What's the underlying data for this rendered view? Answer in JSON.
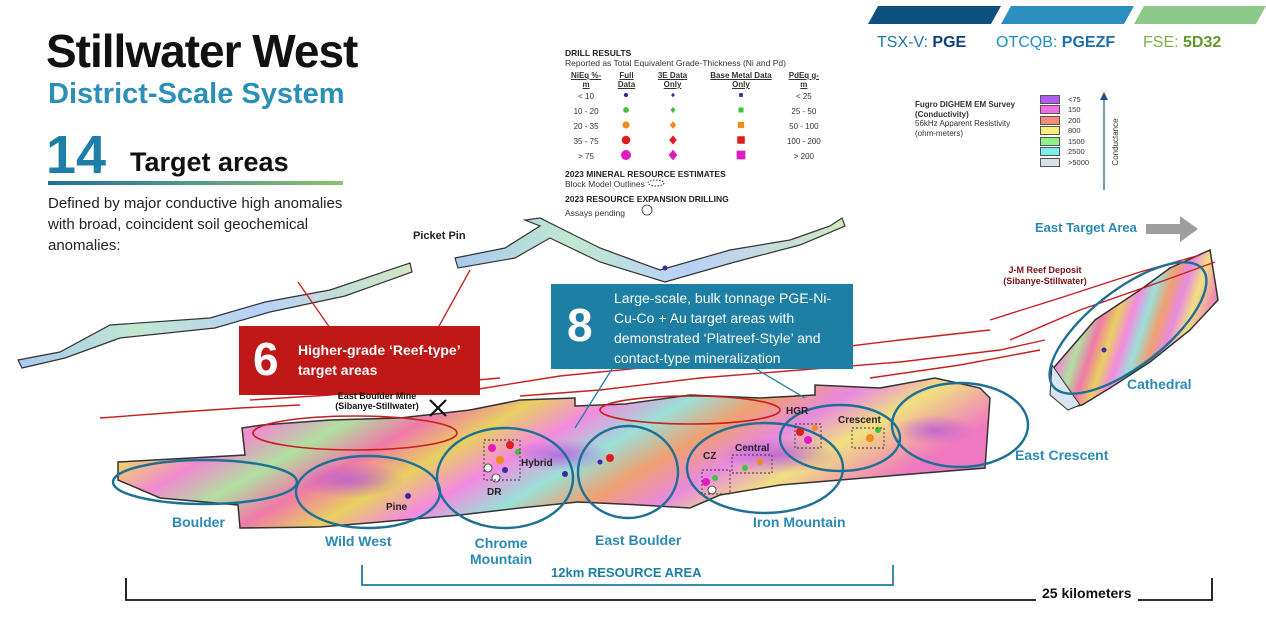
{
  "header": {
    "title": "Stillwater West",
    "subtitle": "District-Scale System",
    "target_count": "14",
    "target_label": "Target areas",
    "description": "Defined by major conductive high anomalies with broad, coincident soil geochemical anomalies:"
  },
  "tickers": [
    {
      "exchange": "TSX-V:",
      "symbol": "PGE",
      "label_color": "#1b77a6",
      "symbol_color": "#0f3f80"
    },
    {
      "exchange": "OTCQB:",
      "symbol": "PGEZF",
      "label_color": "#1b8fc8",
      "symbol_color": "#1b6fb0"
    },
    {
      "exchange": "FSE:",
      "symbol": "5D32",
      "label_color": "#7cb342",
      "symbol_color": "#5d9a2a"
    }
  ],
  "drill_legend": {
    "heading": "DRILL RESULTS",
    "subheading": "Reported as Total Equivalent Grade-Thickness (Ni and Pd)",
    "col_nieq": "NiEq %-m",
    "col_full": "Full Data",
    "col_3e": "3E Data Only",
    "col_base": "Base Metal Data Only",
    "col_pdeq": "PdEq g-m",
    "rows": [
      {
        "nieq": "< 10",
        "pdeq": "< 25",
        "color": "#3a2aa8",
        "size": 3
      },
      {
        "nieq": "10 - 20",
        "pdeq": "25 - 50",
        "color": "#3cc23c",
        "size": 4
      },
      {
        "nieq": "20 - 35",
        "pdeq": "50 - 100",
        "color": "#f08a1c",
        "size": 5
      },
      {
        "nieq": "35 - 75",
        "pdeq": "100 - 200",
        "color": "#e01c1c",
        "size": 6
      },
      {
        "nieq": "> 75",
        "pdeq": "> 200",
        "color": "#e01cc0",
        "size": 7
      }
    ],
    "mre_heading": "2023 MINERAL RESOURCE ESTIMATES",
    "mre_item": "Block Model Outlines",
    "exp_heading": "2023 RESOURCE EXPANSION DRILLING",
    "exp_item": "Assays pending"
  },
  "em_legend": {
    "title1": "Fugro DIGHEM EM Survey",
    "title2": "(Conductivity)",
    "line3": "56kHz Apparent Resistivity",
    "line4": "(ohm-meters)",
    "axis_label": "Conductance",
    "bins": [
      {
        "label": "<75",
        "color": "#b05cf0"
      },
      {
        "label": "150",
        "color": "#f06ee0"
      },
      {
        "label": "200",
        "color": "#f48a78"
      },
      {
        "label": "800",
        "color": "#f4f07a"
      },
      {
        "label": "1500",
        "color": "#8ef08a"
      },
      {
        "label": "2500",
        "color": "#7af0e8"
      },
      {
        "label": ">5000",
        "color": "#d8e0ec"
      }
    ]
  },
  "callouts": {
    "reef": {
      "number": "6",
      "text": "Higher-grade ‘Reef-type’ target areas"
    },
    "bulk": {
      "number": "8",
      "text": "Large-scale, bulk tonnage PGE-Ni-Cu-Co + Au target areas with demonstrated ‘Platreef-Style’ and contact-type mineralization"
    }
  },
  "map_labels": {
    "picket_pin": "Picket Pin",
    "east_target": "East Target Area",
    "jm_reef_1": "J-M Reef Deposit",
    "jm_reef_2": "(Sibanye-Stillwater)",
    "east_boulder_mine_1": "East Boulder Mine",
    "east_boulder_mine_2": "(Sibanye-Stillwater)",
    "cathedral": "Cathedral",
    "east_crescent": "East Crescent",
    "boulder": "Boulder",
    "wild_west": "Wild West",
    "chrome_mountain_1": "Chrome",
    "chrome_mountain_2": "Mountain",
    "east_boulder": "East Boulder",
    "iron_mountain": "Iron Mountain",
    "pine": "Pine",
    "dr": "DR",
    "hybrid": "Hybrid",
    "cz": "CZ",
    "central": "Central",
    "hgr": "HGR",
    "crescent": "Crescent"
  },
  "scale": {
    "resource_area": "12km RESOURCE AREA",
    "total": "25 kilometers"
  },
  "colors": {
    "brand_blue": "#1d7fa3",
    "reef_red": "#c01717"
  }
}
